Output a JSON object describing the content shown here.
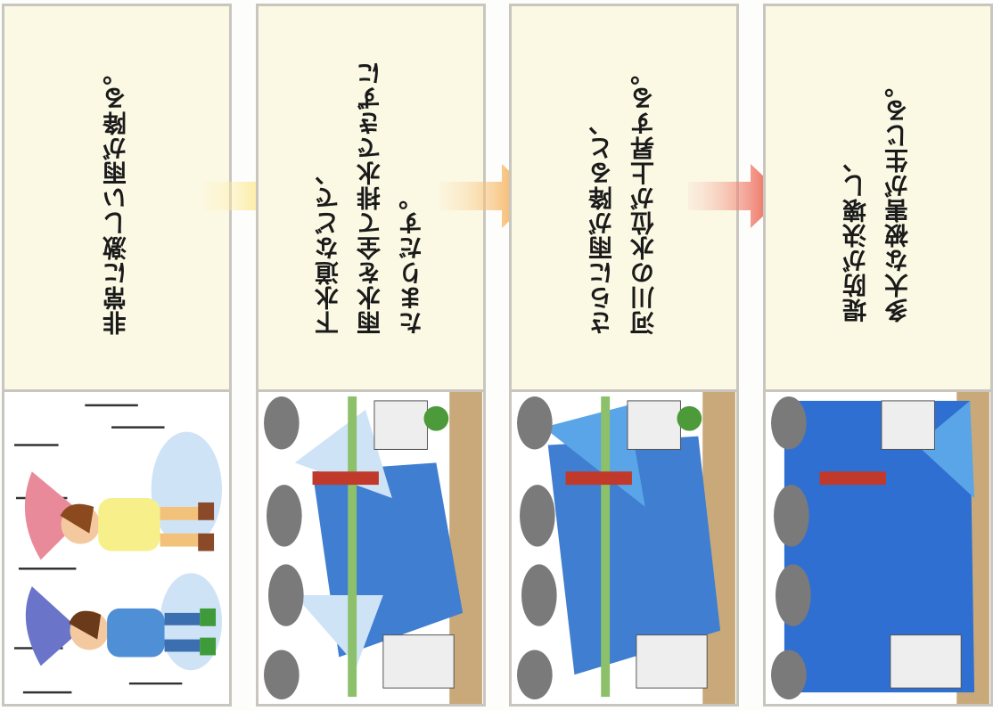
{
  "panels": [
    {
      "text": "非常に激しい雨が降る。"
    },
    {
      "text": "下水道などで、\n雨水を全て排水できずに\nたまりだす。"
    },
    {
      "text": "さらに雨が降ると、\n河川の水位が上昇する。"
    },
    {
      "text": "堤防が決壊し、\n多大な被害が生じる。"
    }
  ],
  "arrow_colors": [
    "#f7d63a",
    "#f39a2c",
    "#e8452e"
  ],
  "water_colors": {
    "normal": "#3f7ed0",
    "flood": "#2f6fd1",
    "street_flood": "#5aa4e8"
  }
}
